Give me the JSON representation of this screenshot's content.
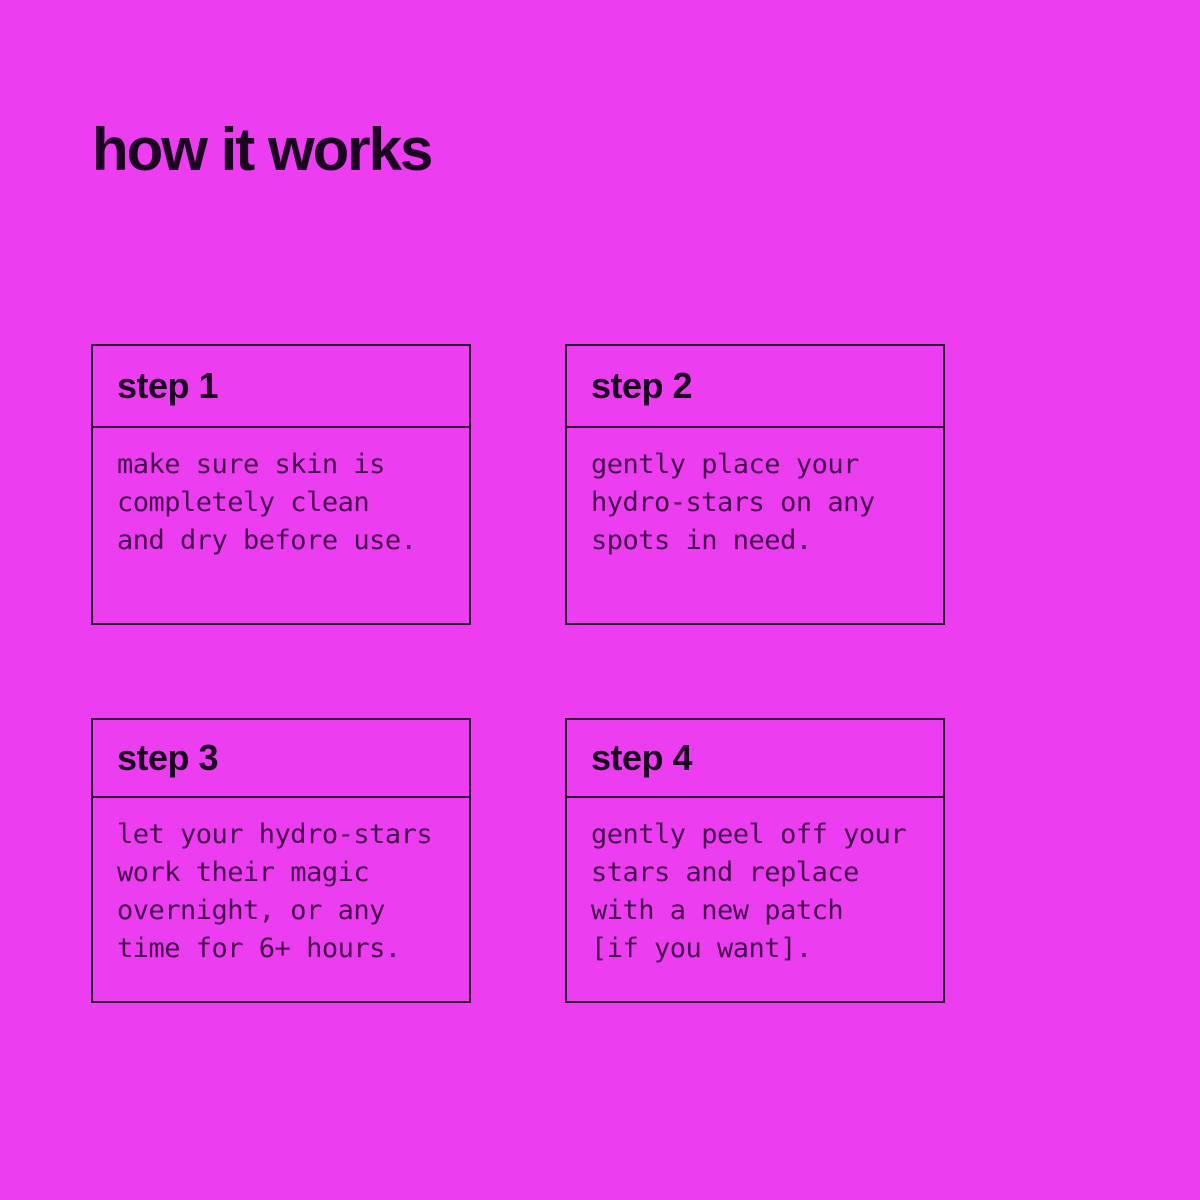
{
  "page": {
    "title": "how it works",
    "background_color": "#EC3DF1",
    "title_color": "#1D0322",
    "border_color": "#2E0833",
    "body_text_color": "#470B4E"
  },
  "steps": [
    {
      "label": "step 1",
      "description": "make sure skin is\ncompletely clean\nand dry before use."
    },
    {
      "label": "step 2",
      "description": "gently place your\nhydro-stars on any\nspots in need."
    },
    {
      "label": "step 3",
      "description": "let your hydro-stars\nwork their magic\novernight, or any\ntime for 6+ hours."
    },
    {
      "label": "step 4",
      "description": "gently peel off your\nstars and replace\nwith a new patch\n[if you want]."
    }
  ]
}
